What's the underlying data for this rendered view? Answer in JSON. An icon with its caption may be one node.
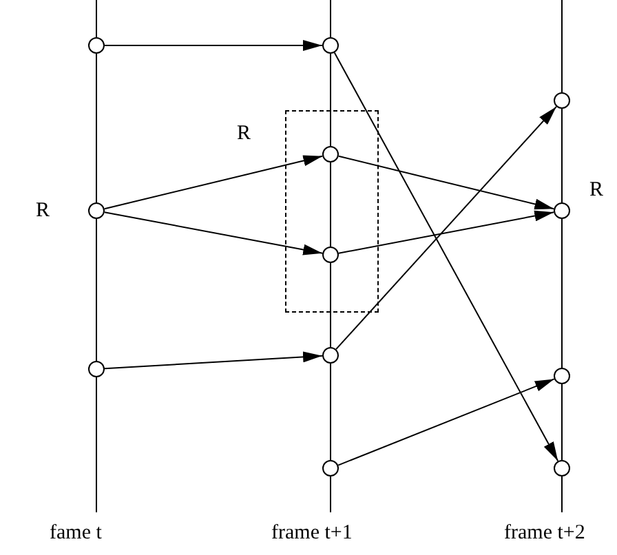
{
  "diagram": {
    "nodes": [
      {
        "text": [],
        "shape": "circle"
      },
      {
        "text": [],
        "shape": "circle"
      },
      {
        "text": [],
        "shape": "circle"
      },
      {
        "text": [],
        "shape": "circle"
      },
      {
        "text": [
          "R"
        ]
      },
      {
        "text": [],
        "shape": "circle",
        "in": 4
      },
      {
        "text": [],
        "shape": "circle",
        "in": 4
      },
      {
        "text": [],
        "shape": "circle"
      },
      {
        "text": [],
        "shape": "circle"
      },
      {
        "text": [],
        "shape": "circle"
      },
      {
        "text": [],
        "shape": "circle"
      },
      {
        "text": [],
        "shape": "circle"
      },
      {
        "text": [],
        "shape": "circle"
      }
    ],
    "edges": [
      {
        "from": 0,
        "to": 3,
        "arrow": "to"
      },
      {
        "from": 1,
        "to": 5,
        "arrow": "to"
      },
      {
        "from": 1,
        "to": 6,
        "arrow": "to"
      },
      {
        "from": 2,
        "to": 7,
        "arrow": "to"
      },
      {
        "from": 3,
        "to": 12,
        "arrow": "to"
      },
      {
        "from": 5,
        "to": 10,
        "arrow": "to"
      },
      {
        "from": 6,
        "to": 10,
        "arrow": "to"
      },
      {
        "from": 7,
        "to": 9,
        "arrow": "to"
      },
      {
        "from": 8,
        "to": 11,
        "arrow": "to"
      }
    ],
    "labels": [
      "R",
      "R",
      "fame t",
      "frame t+1",
      "frame t+2"
    ]
  }
}
